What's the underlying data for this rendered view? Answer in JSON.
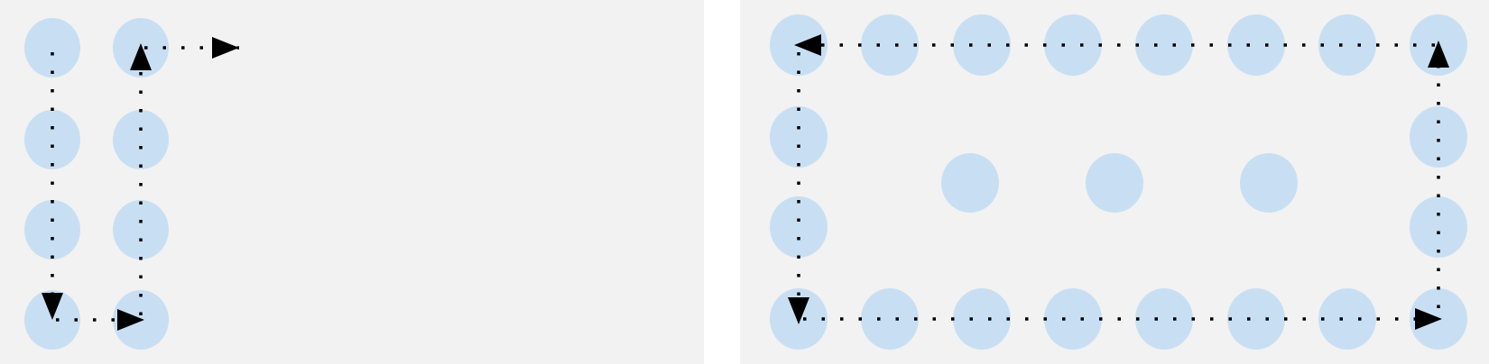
{
  "colors": {
    "panel_background": "#f2f2f2",
    "gap_background": "#ffffff",
    "node_fill": "#c8dff3",
    "path_stroke": "#000000"
  },
  "panels": [
    {
      "name": "left-panel",
      "path_style": "dotted",
      "arrowhead": "filled-triangle"
    },
    {
      "name": "right-panel",
      "path_style": "dotted",
      "arrowhead": "filled-triangle"
    }
  ]
}
